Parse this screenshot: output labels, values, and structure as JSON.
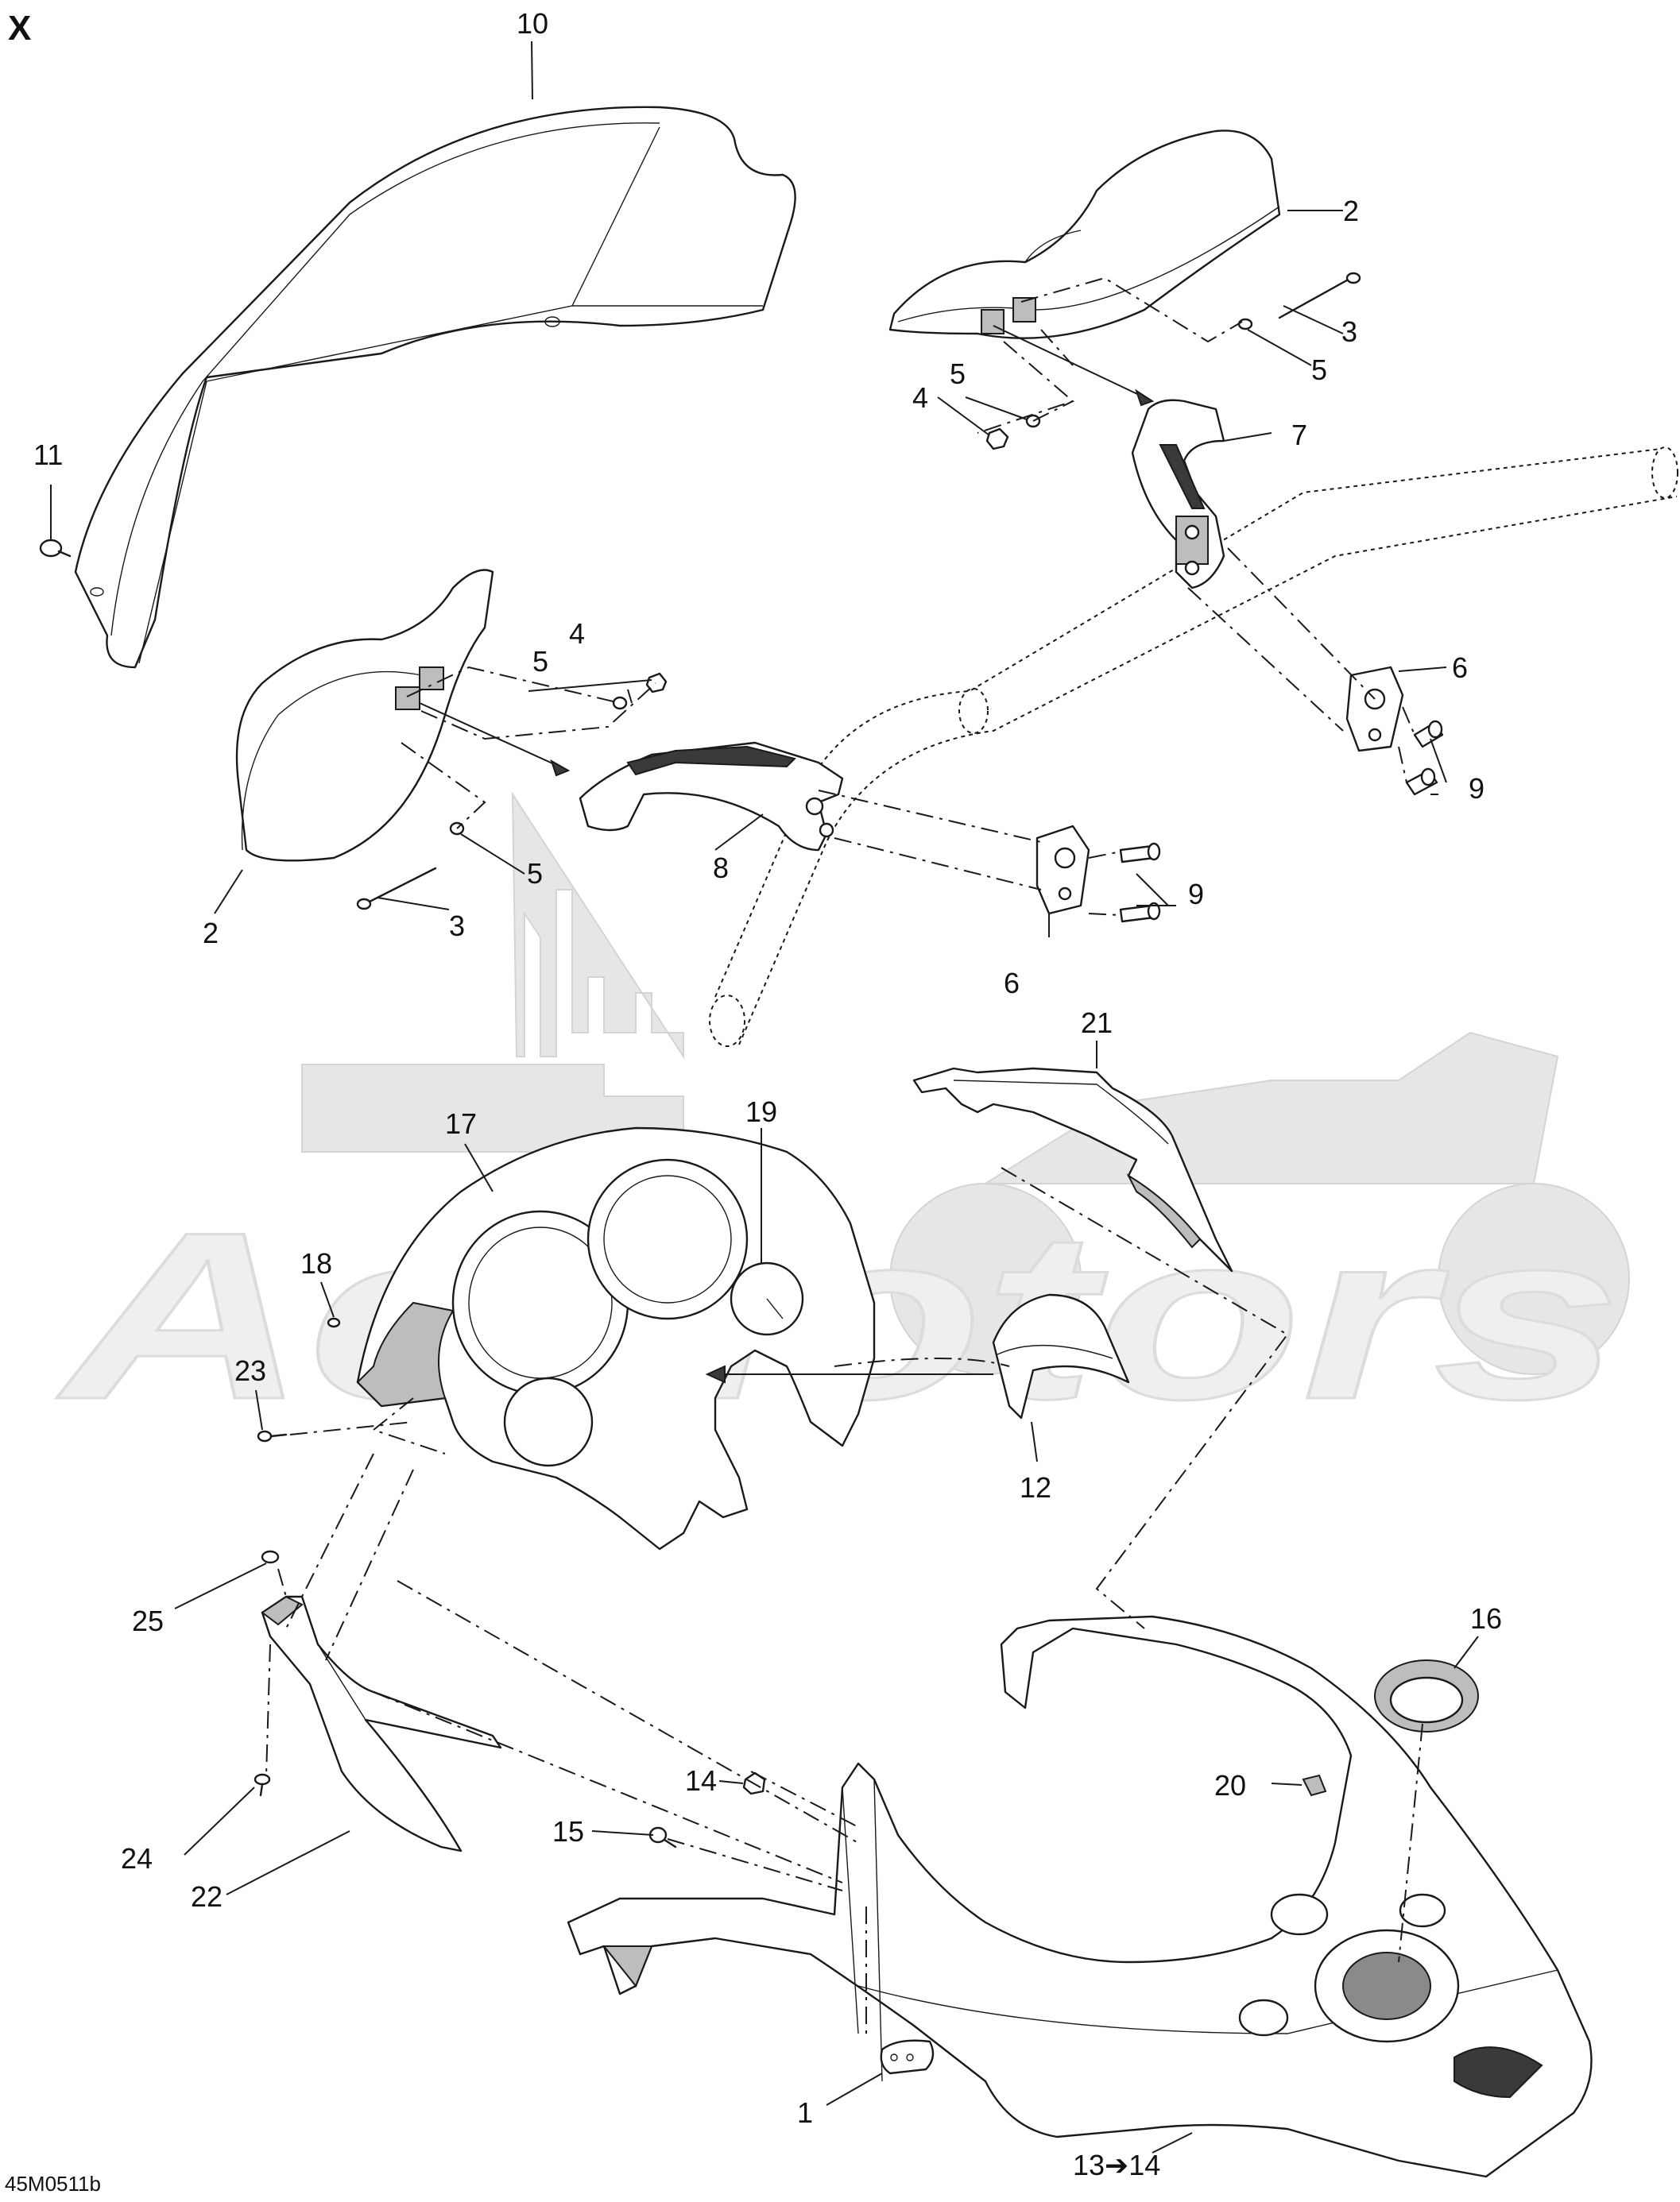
{
  "diagram_letter": "X",
  "drawing_code": "45M0511b",
  "watermark_text": "AcMotors",
  "callouts": {
    "c1": "1",
    "c2a": "2",
    "c2b": "2",
    "c3a": "3",
    "c3b": "3",
    "c4a": "4",
    "c4b": "4",
    "c5a": "5",
    "c5b": "5",
    "c5c": "5",
    "c5d": "5",
    "c6a": "6",
    "c6b": "6",
    "c7": "7",
    "c8": "8",
    "c9a": "9",
    "c9b": "9",
    "c10": "10",
    "c11": "11",
    "c12": "12",
    "c13": "13➔14",
    "c14": "14",
    "c15": "15",
    "c16": "16",
    "c17": "17",
    "c18": "18",
    "c19": "19",
    "c20": "20",
    "c21": "21",
    "c22": "22",
    "c23": "23",
    "c24": "24",
    "c25": "25"
  }
}
